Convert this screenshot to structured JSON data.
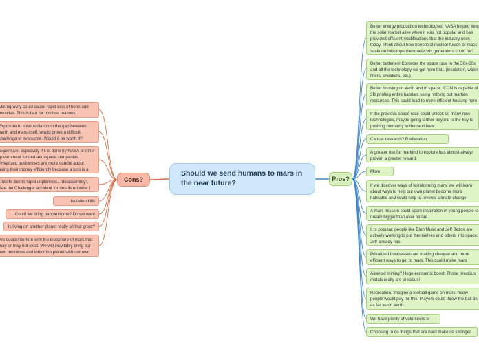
{
  "central_topic": "Should we send humans to mars in the near future?",
  "pros": {
    "label": "Pros?",
    "items": [
      "Better energy production technologies! NASA helped keep the solar market alive when it was not popular and has provided efficient modifications that the industry uses today. Think about how beneficial nuclear fusion or mass scale radioisotope thermoelectric generators could be?",
      "Better batteries! Consider the space race in the 50s-60s and all the technology we got from that. (insulation, water filters, sneakers, etc.)",
      "Better housing on earth and in space. ICON is capable of 3D printing entire habitats using nothing but martian resources. This could lead to more efficient housing here on earth.",
      "If the previous space race could unlock so many new technologies, maybe going farther beyond is the key to pushing humanity to the next level.",
      "Cancer research? Radiatation exposure.",
      "A greater risk for markind to explore has almost always proven a greater reward.",
      "More land.",
      "If we discover ways of terraforming mars, we will learn about ways to help our own planet become more habitable and could help to reverse climate change.",
      "A mars mission could spark inspiration in young people to dream bigger than ever before.",
      "It is popular, people like Elon Musk and Jeff Bezos are actively working to put themselves and others into space. Jeff already has.",
      "Privatized businesses are making cheaper and more efficient ways to get to mars. This could make mars profitable.",
      "Asteroid mining? Huge economic boost. Those precious metals really are precious!",
      "Recreation. Imagine a football game on mars! many people would pay for this. Players could throw the ball 3x as far as on earth.",
      "We have plenty of volunteers to go.",
      "Choosing to do things that are hard make us stronger."
    ]
  },
  "cons": {
    "label": "Cons?",
    "items": [
      "Microgravity could cause rapid loss of bone and muscles. This is bad for obvious reasons.",
      "Exposure to solar radiation in the gap between earth and mars itself, would prove a difficult challenge to overcome. Would it be worth it?",
      "Expensive, especially if it is done by NASA or other government funded aerospace companies. Privatized businesses are more careful about using their money efficiently because a loss is a lost profit.",
      "Unsafe due to rapid unplanned...\"disassembly\". See the Challenger accident for details on what I mean.",
      "Isolation kills people.",
      "Could we bring people home? Do we want to?",
      "Is living on another planet really all that great?",
      "We could interfere with the biosphere of mars that may or may not exist. We will inevitably bring our own microbes and infect the planet with our own life."
    ]
  },
  "colors": {
    "central": "#cfe9fb",
    "pro_fill": "#def4c7",
    "pro_link": "#3f86d2",
    "con_fill": "#f9c3b4",
    "con_link": "#e06a40"
  }
}
